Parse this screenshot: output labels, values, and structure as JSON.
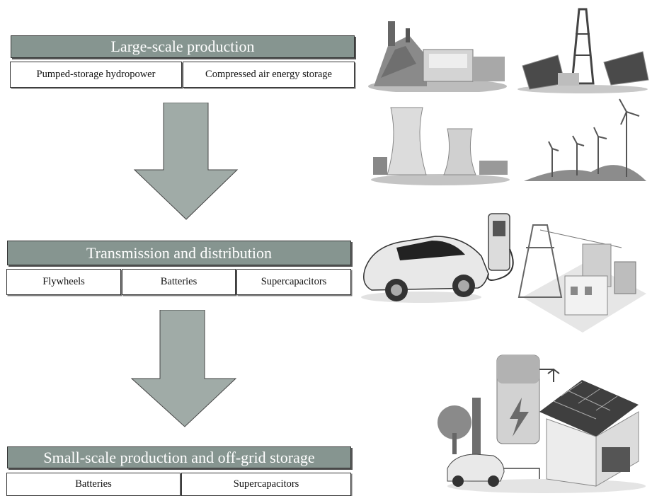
{
  "tiers": [
    {
      "title": "Large-scale production",
      "items": [
        "Pumped-storage hydropower",
        "Compressed air energy storage"
      ]
    },
    {
      "title": "Transmission and distribution",
      "items": [
        "Flywheels",
        "Batteries",
        "Supercapacitors"
      ]
    },
    {
      "title": "Small-scale production and off-grid storage",
      "items": [
        "Batteries",
        "Supercapacitors"
      ]
    }
  ],
  "illustrations": {
    "top_left": "hydropower-dam-icon",
    "top_right": "solar-and-tower-icon",
    "mid_left": "cooling-towers-icon",
    "mid_right": "wind-turbines-icon",
    "ev_charging": "ev-charging-car-icon",
    "grid": "power-grid-substation-icon",
    "home": "solar-house-battery-icon"
  },
  "colors": {
    "banner_fill": "#869590",
    "arrow_fill": "#a0aba7"
  }
}
